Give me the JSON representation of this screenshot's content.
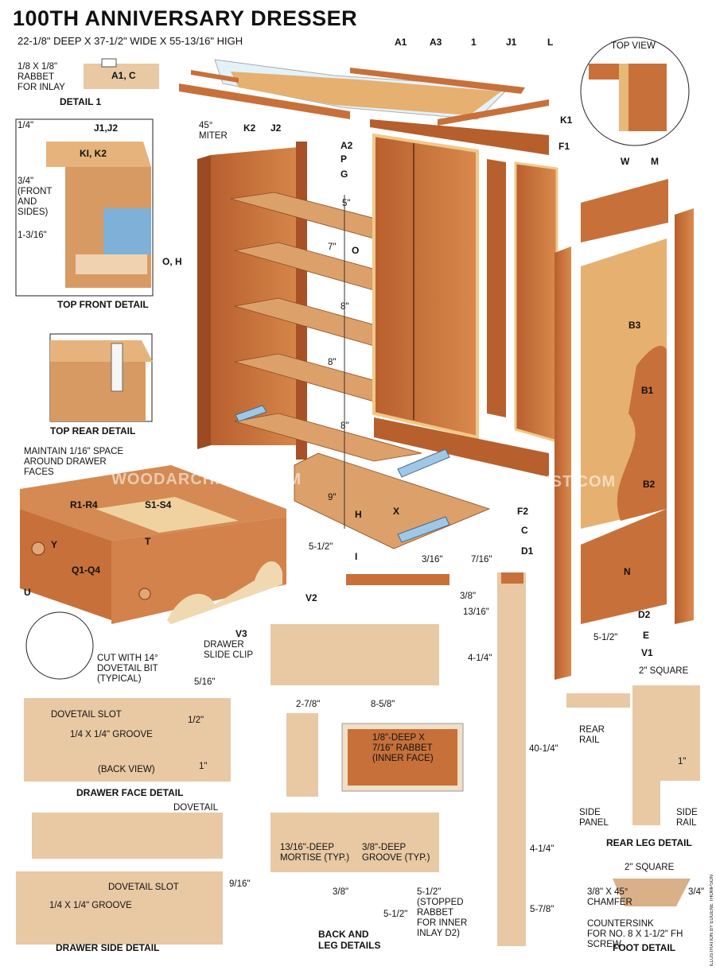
{
  "title": "100TH ANNIVERSARY DRESSER",
  "subtitle": "22-1/8\" DEEP X 37-1/2\" WIDE X 55-13/16\" HIGH",
  "credit": "ILLUSTRATION BY EUGENE THOMPSON",
  "watermark": "WOODARCHIVIST.COM",
  "colors": {
    "wood": "#c8703a",
    "wood_light": "#e8b878",
    "wood_dark": "#9b4a22",
    "metal": "#9fc8e8"
  },
  "captions": {
    "detail1": "DETAIL 1",
    "top_front": "TOP FRONT DETAIL",
    "top_rear": "TOP REAR DETAIL",
    "top_view": "TOP VIEW",
    "drawer_face": "DRAWER FACE DETAIL",
    "drawer_side": "DRAWER SIDE DETAIL",
    "back_leg": "BACK AND\nLEG DETAILS",
    "rear_leg": "REAR LEG DETAIL",
    "foot": "FOOT DETAIL"
  },
  "notes": {
    "rabbet_inlay": "1/8 X 1/8\"\nRABBET\nFOR INLAY",
    "front_sides": "3/4\"\n(FRONT\nAND\nSIDES)",
    "miter": "45°\nMITER",
    "maintain_space": "MAINTAIN 1/16\" SPACE\nAROUND DRAWER\nFACES",
    "drawer_slide_clip": "DRAWER\nSLIDE CLIP",
    "dovetail_bit": "CUT WITH 14°\nDOVETAIL BIT\n(TYPICAL)",
    "dovetail_slot": "DOVETAIL SLOT",
    "groove": "1/4 X 1/4\" GROOVE",
    "back_view": "(BACK VIEW)",
    "dovetail": "DOVETAIL",
    "rabbet_inner": "1/8\"-DEEP X\n7/16\" RABBET\n(INNER FACE)",
    "mortise": "13/16\"-DEEP\nMORTISE (TYP.)",
    "groove_deep": "3/8\"-DEEP\nGROOVE (TYP.)",
    "stopped_rabbet": "5-1/2\"\n(STOPPED\nRABBET\nFOR INNER\nINLAY D2)",
    "rear_rail": "REAR\nRAIL",
    "side_panel": "SIDE\nPANEL",
    "side_rail": "SIDE\nRAIL",
    "two_square": "2\" SQUARE",
    "chamfer": "3/8\" X 45°\nCHAMFER",
    "countersink": "COUNTERSINK\nFOR NO. 8 X 1-1/2\" FH SCREW"
  },
  "parts": [
    "A1",
    "A2",
    "A3",
    "J1",
    "J2",
    "K1",
    "K2",
    "L",
    "F1",
    "F2",
    "P",
    "G",
    "O",
    "H",
    "I",
    "X",
    "C",
    "D1",
    "D2",
    "E",
    "V1",
    "V2",
    "V3",
    "W",
    "M",
    "B1",
    "B2",
    "B3",
    "N",
    "R1-R4",
    "S1-S4",
    "T",
    "Y",
    "U",
    "Q1-Q4",
    "A1, C",
    "KI, K2",
    "J1,J2",
    "O, H",
    "1"
  ],
  "dims": [
    "1/4\"",
    "3/4\"",
    "1-3/16\"",
    "5\"",
    "7\"",
    "8\"",
    "9\"",
    "5-1/2\"",
    "3/16\"",
    "7/16\"",
    "3/8\"",
    "13/16\"",
    "4-1/4\"",
    "2-7/8\"",
    "8-5/8\"",
    "40-1/4\"",
    "5-7/8\"",
    "1/2\"",
    "1\"",
    "5/16\"",
    "9/16\""
  ]
}
